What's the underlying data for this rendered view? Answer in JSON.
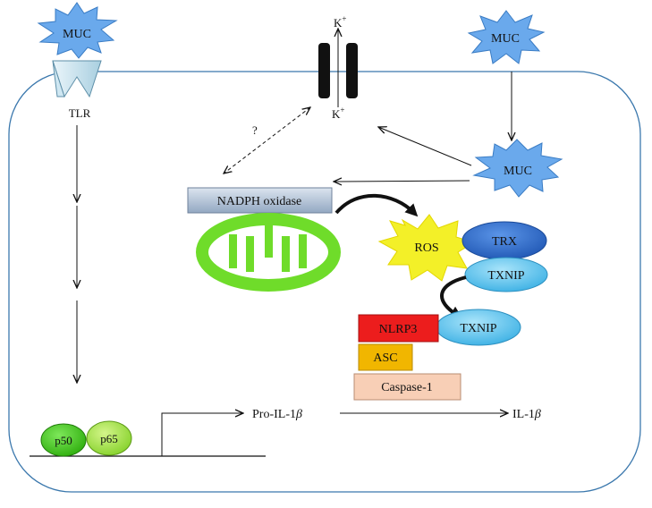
{
  "labels": {
    "muc_top_left": "MUC",
    "muc_top_right": "MUC",
    "muc_cytoplasm": "MUC",
    "tlr": "TLR",
    "k_ion_top": "K",
    "k_ion_bottom": "K",
    "k_charge": "+",
    "question": "?",
    "nadph_oxidase": "NADPH oxidase",
    "ros": "ROS",
    "trx": "TRX",
    "txnip_upper": "TXNIP",
    "txnip_lower": "TXNIP",
    "nlrp3": "NLRP3",
    "asc": "ASC",
    "caspase1": "Caspase-1",
    "p50": "p50",
    "p65": "p65",
    "pro_il1_prefix": "Pro-IL-1",
    "il1_prefix": "IL-1",
    "beta": "β"
  },
  "colors": {
    "muc": "#6aa9ec",
    "tlr": "#cfe5ef",
    "mitochondrion": "#6fdc2a",
    "nadph": "#aebfd4",
    "ros": "#f3f028",
    "trx": "#2e6fd0",
    "txnip": "#5cc3ee",
    "nlrp3": "#ec1d1d",
    "asc": "#f1b600",
    "caspase1": "#f8cfb6",
    "p50": "#34bf12",
    "p65": "#9ee33b",
    "cell_border": "#3b78ad"
  }
}
